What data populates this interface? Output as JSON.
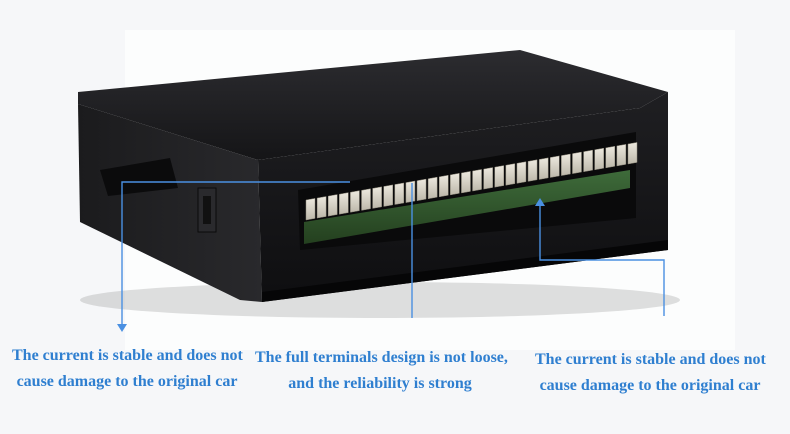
{
  "captions": {
    "left": {
      "line1": "The current is stable and does not",
      "line2": "cause damage to the original car"
    },
    "middle": {
      "line1": "The full terminals design is not loose,",
      "line2": "and the reliability is strong"
    },
    "right": {
      "line1": "The current is stable and does not",
      "line2": "cause damage to the original car"
    }
  },
  "colors": {
    "caption": "#2f7fd0",
    "callout_line": "#4a90e2",
    "module_body": "#1a1a1c",
    "connector_pins": "#d8d4c8",
    "background": "#f6f7f9"
  }
}
